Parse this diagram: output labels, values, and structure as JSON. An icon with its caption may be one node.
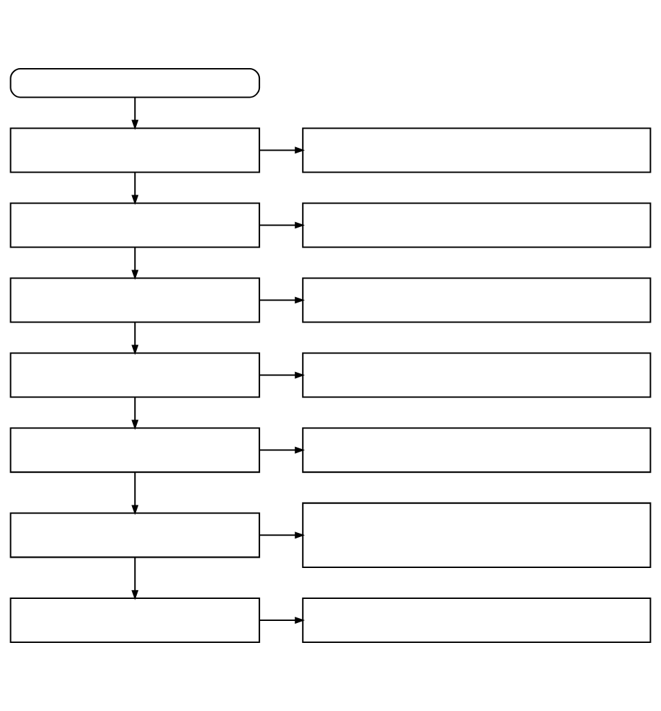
{
  "diagram": {
    "nodes": [
      {
        "text": [],
        "shape": "stadium"
      },
      {
        "text": [],
        "shape": "box"
      },
      {
        "text": [],
        "shape": "box"
      },
      {
        "text": [],
        "shape": "box"
      },
      {
        "text": [],
        "shape": "box"
      },
      {
        "text": [],
        "shape": "box"
      },
      {
        "text": [],
        "shape": "box"
      },
      {
        "text": [],
        "shape": "box"
      },
      {
        "text": [],
        "shape": "box"
      },
      {
        "text": [],
        "shape": "box"
      },
      {
        "text": [],
        "shape": "box"
      },
      {
        "text": [],
        "shape": "box"
      },
      {
        "text": [],
        "shape": "box"
      },
      {
        "text": [],
        "shape": "box"
      },
      {
        "text": [],
        "shape": "box"
      }
    ],
    "edges": [
      {
        "from": 0,
        "to": 1,
        "arrow": "to"
      },
      {
        "from": 1,
        "to": 2,
        "arrow": "to"
      },
      {
        "from": 1,
        "to": 3,
        "arrow": "to"
      },
      {
        "from": 3,
        "to": 4,
        "arrow": "to"
      },
      {
        "from": 3,
        "to": 5,
        "arrow": "to"
      },
      {
        "from": 5,
        "to": 6,
        "arrow": "to"
      },
      {
        "from": 5,
        "to": 7,
        "arrow": "to"
      },
      {
        "from": 7,
        "to": 8,
        "arrow": "to"
      },
      {
        "from": 7,
        "to": 9,
        "arrow": "to"
      },
      {
        "from": 9,
        "to": 10,
        "arrow": "to"
      },
      {
        "from": 9,
        "to": 11,
        "arrow": "to"
      },
      {
        "from": 11,
        "to": 12,
        "arrow": "to"
      },
      {
        "from": 11,
        "to": 13,
        "arrow": "to"
      },
      {
        "from": 13,
        "to": 14,
        "arrow": "to"
      }
    ]
  }
}
